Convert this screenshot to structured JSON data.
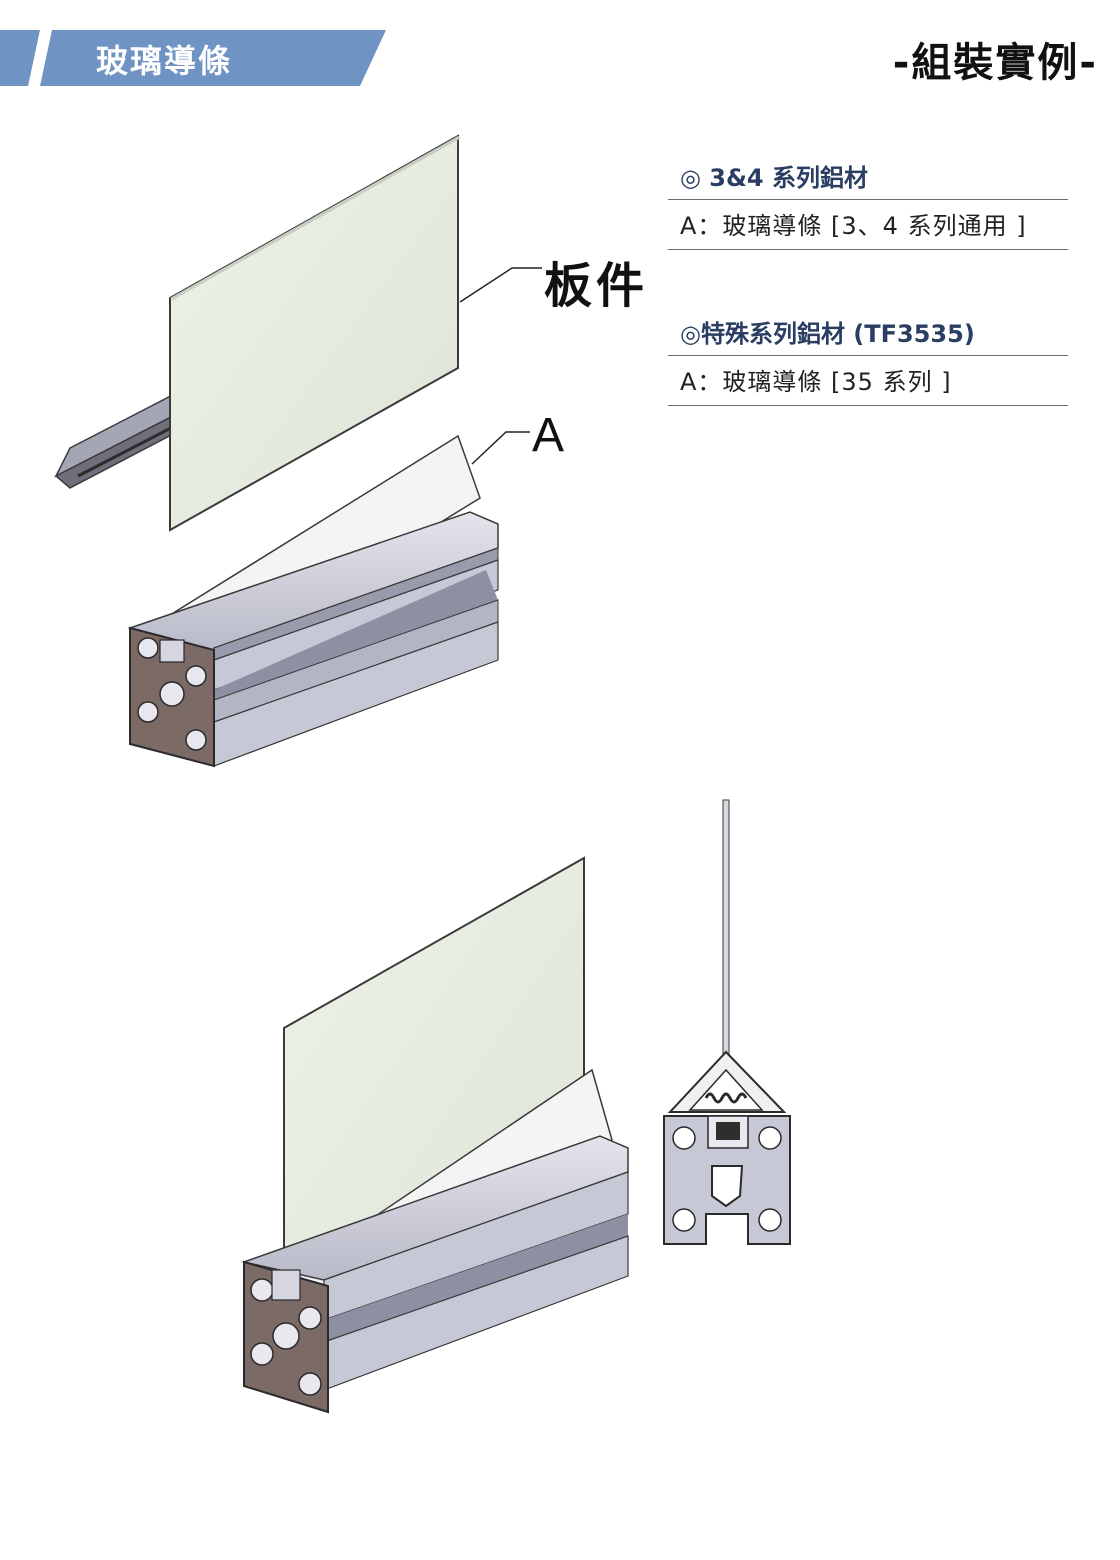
{
  "header": {
    "category_title": "玻璃導條",
    "section_title": "-組裝實例-",
    "banner_color": "#6f93c2"
  },
  "specs": [
    {
      "title": "◎ 3&4 系列鋁材",
      "item": "A：玻璃導條 [3、4 系列通用 ]"
    },
    {
      "title": "◎特殊系列鋁材 (TF3535)",
      "item": "A：玻璃導條 [35 系列 ]"
    }
  ],
  "callouts": {
    "panel_label": "板件",
    "part_label": "A"
  },
  "colors": {
    "profile_face": "#c7c8d5",
    "profile_shadow": "#8f8fa3",
    "end_face": "#7b6a66",
    "glass": "#e7ede0",
    "strip": "#f2f2f2"
  }
}
